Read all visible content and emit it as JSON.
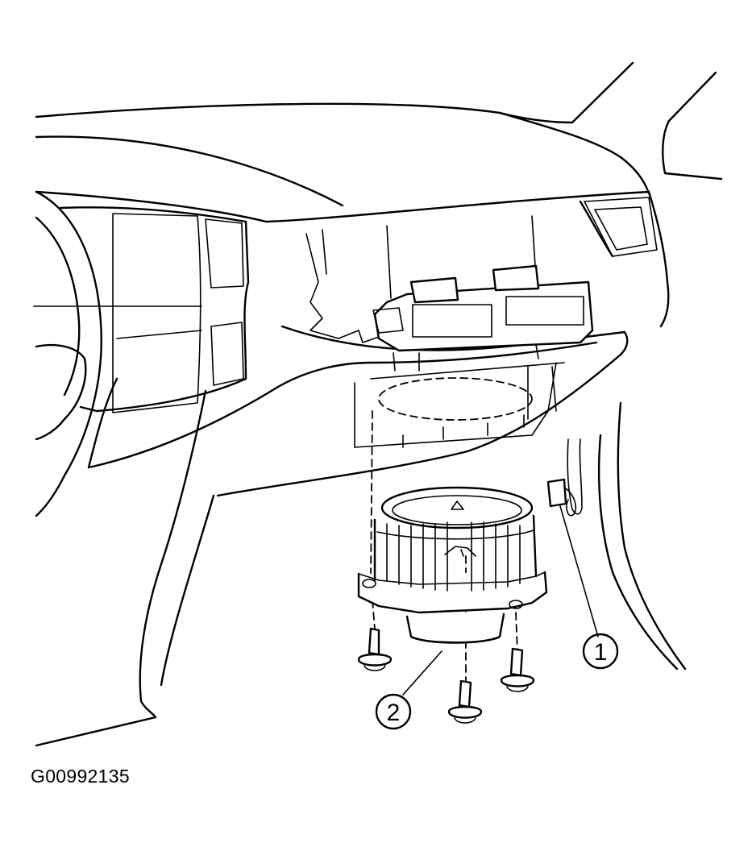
{
  "figure": {
    "id": "G00992135",
    "callouts": [
      {
        "number": "1"
      },
      {
        "number": "2"
      }
    ]
  }
}
